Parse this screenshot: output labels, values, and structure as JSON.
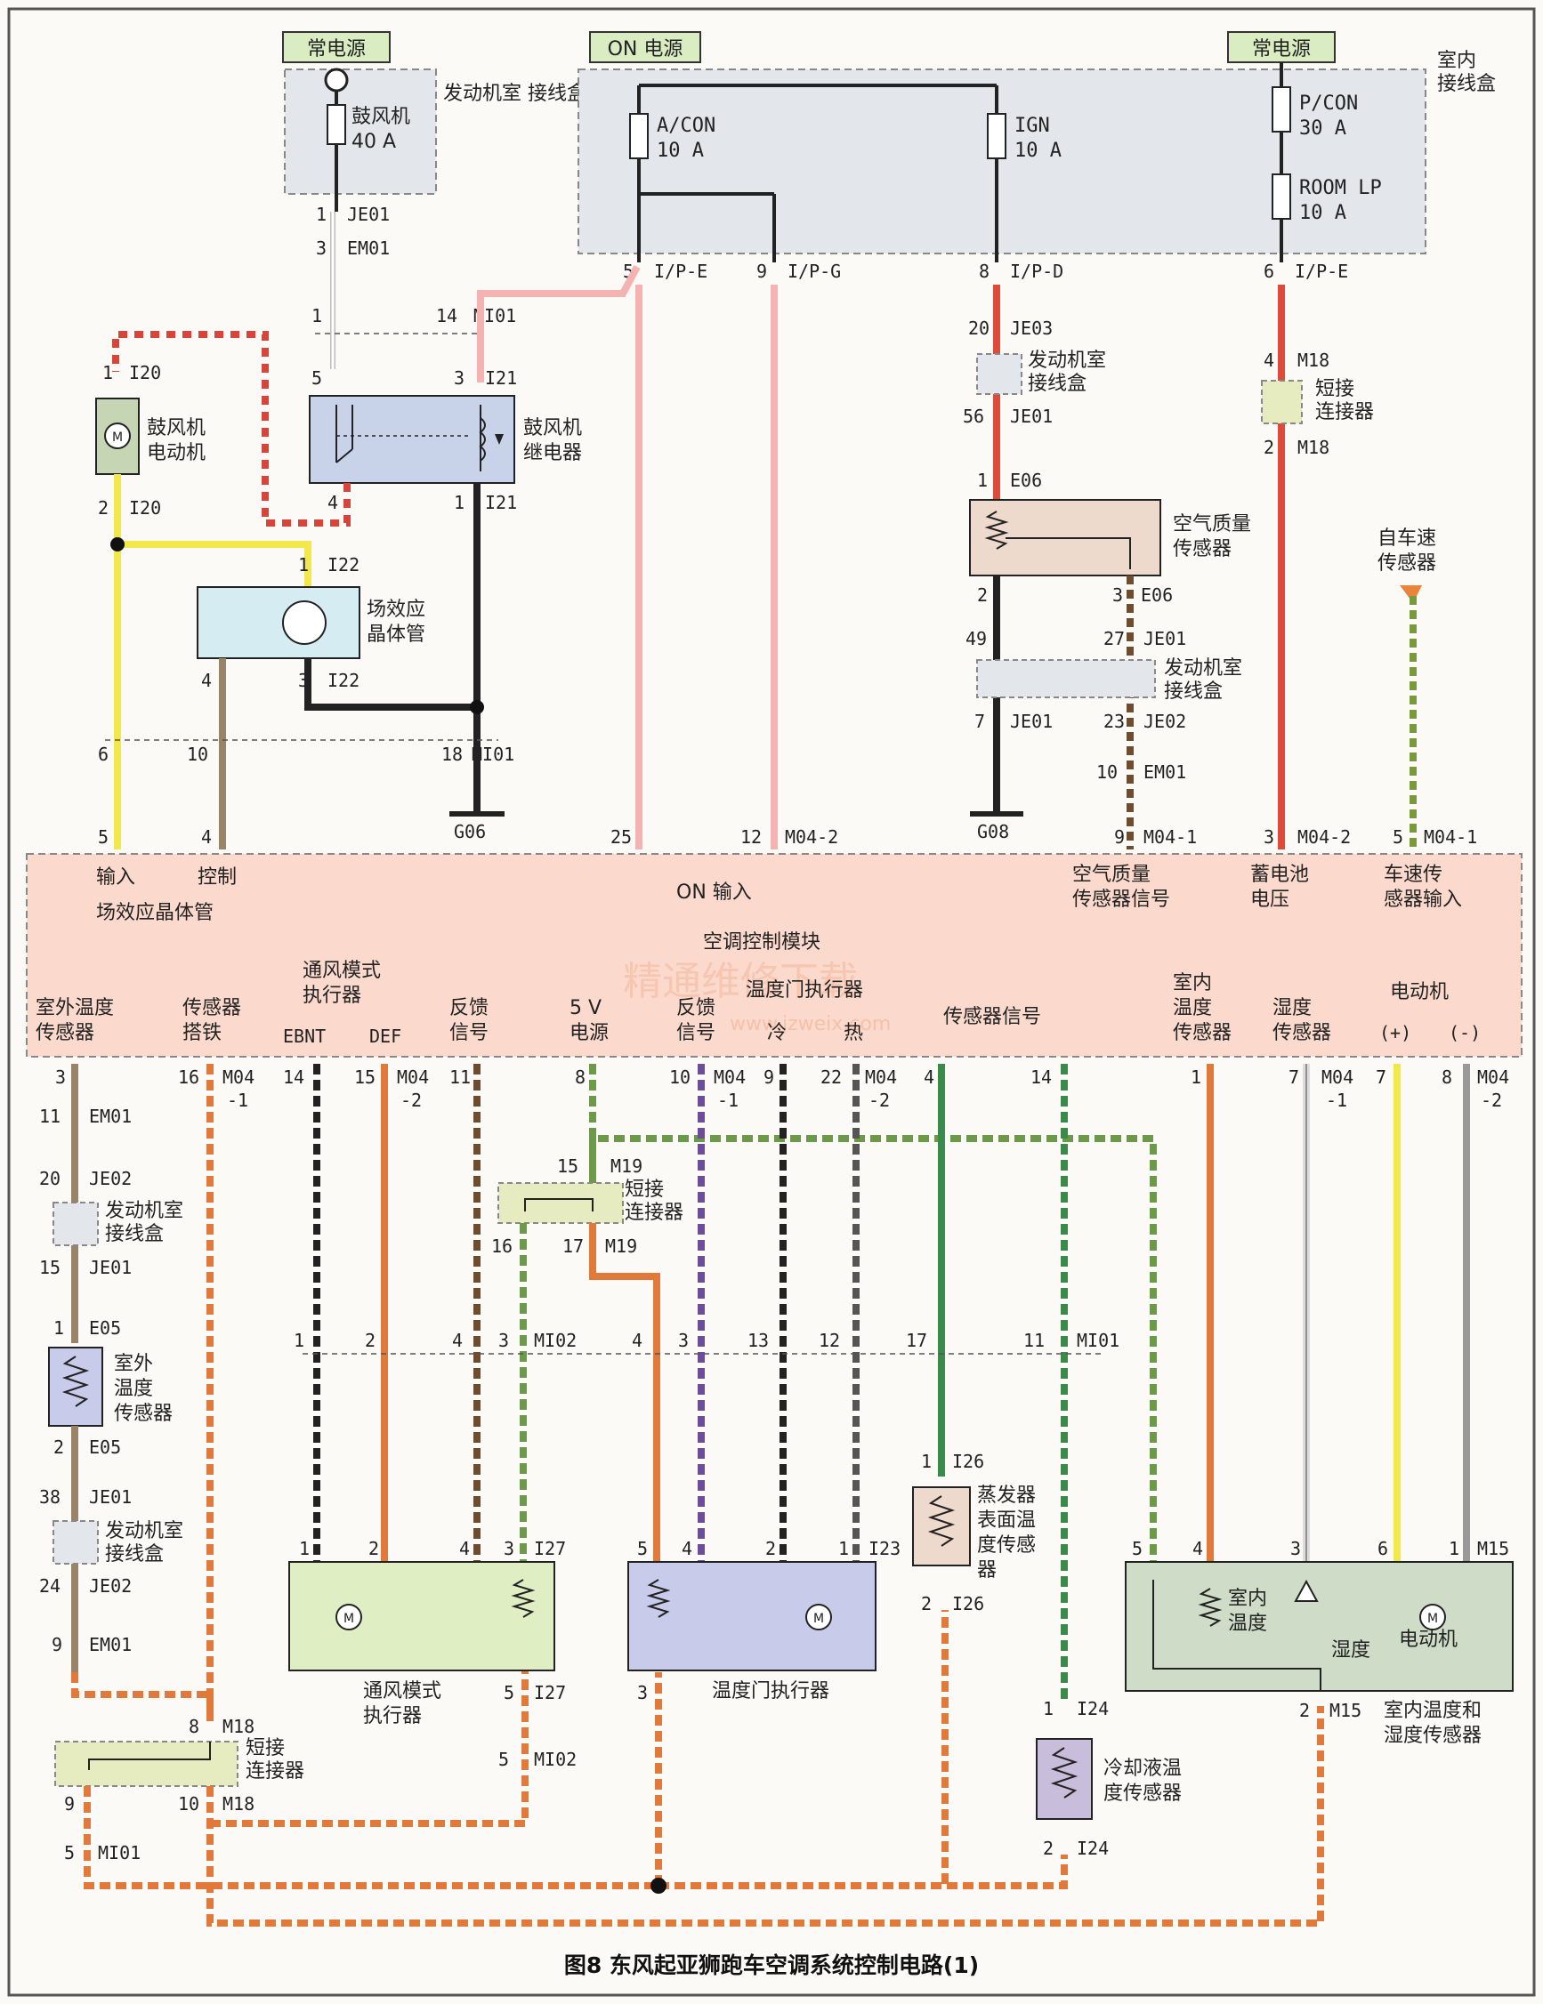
{
  "power": {
    "constant1": "常电源",
    "on": "ON 电源",
    "constant2": "常电源"
  },
  "indoor_box": "室内\n接线盒",
  "engine_box_top": "发动机室\n接线盒",
  "fuses": {
    "blower": "鼓风机\n40 A",
    "acon": "A/CON\n10 A",
    "ign": "IGN\n10 A",
    "pcon": "P/CON\n30 A",
    "roomlp": "ROOM LP\n10 A"
  },
  "connectors": {
    "je01": "JE01",
    "em01": "EM01",
    "mi01": "MI01",
    "i20": "I20",
    "i21": "I21",
    "i22": "I22",
    "ipe": "I/P-E",
    "ipg": "I/P-G",
    "ipd": "I/P-D",
    "ipe2": "I/P-E",
    "je03": "JE03",
    "je01b": "JE01",
    "e06": "E06",
    "m18": "M18",
    "je02": "JE02",
    "m04_2": "M04-2",
    "m04_1": "M04-1",
    "g06": "G06",
    "g08": "G08"
  },
  "components": {
    "blower_motor": "鼓风机\n电动机",
    "blower_relay": "鼓风机\n继电器",
    "fet": "场效应\n晶体管",
    "engine_box": "发动机室\n接线盒",
    "short_conn": "短接\n连接器",
    "air_quality": "空气质量\n传感器",
    "vehicle_speed": "自车速\n传感器"
  },
  "module": {
    "title": "空调控制模块",
    "fet_group": "场效应晶体管",
    "input": "输入",
    "control": "控制",
    "on_input": "ON 输入",
    "aq_signal": "空气质量\n传感器信号",
    "battery": "蓄电池\n电压",
    "speed_input": "车速传\n感器输入",
    "outdoor_temp": "室外温度\n传感器",
    "sensor_gnd": "传感器\n搭铁",
    "mode_actuator": "通风模式\n执行器",
    "ebnt": "EBNT",
    "def": "DEF",
    "feedback": "反馈\n信号",
    "v5": "5 V\n电源",
    "feedback2": "反馈\n信号",
    "temp_door": "温度门执行器",
    "cold": "冷",
    "hot": "热",
    "sensor_signal": "传感器信号",
    "indoor_temp": "室内\n温度\n传感器",
    "humidity": "湿度\n传感器",
    "motor": "电动机",
    "plus": "(+)",
    "minus": "(-)"
  },
  "lower": {
    "outdoor_sensor": "室外\n温度\n传感器",
    "mode_act": "通风模式\n执行器",
    "temp_act": "温度门执行器",
    "evap": "蒸发器\n表面温\n度传感\n器",
    "coolant": "冷却液温\n度传感器",
    "indoor_hum": "室内温度和\n湿度传感器",
    "indoor_t": "室内\n温度",
    "hum": "湿度",
    "motor": "电动机"
  },
  "watermark": {
    "text": "精通维修下载",
    "url": "www.jzweix.com"
  },
  "caption": "图8 东风起亚狮跑车空调系统控制电路(1)",
  "colors": {
    "pink": "#f4b2b0",
    "red": "#e04a3a",
    "yellow": "#f2e84a",
    "orange": "#f07a3a",
    "green": "#3a8a4a",
    "module": "#fbd9cc",
    "box": "#e3e6ea"
  }
}
